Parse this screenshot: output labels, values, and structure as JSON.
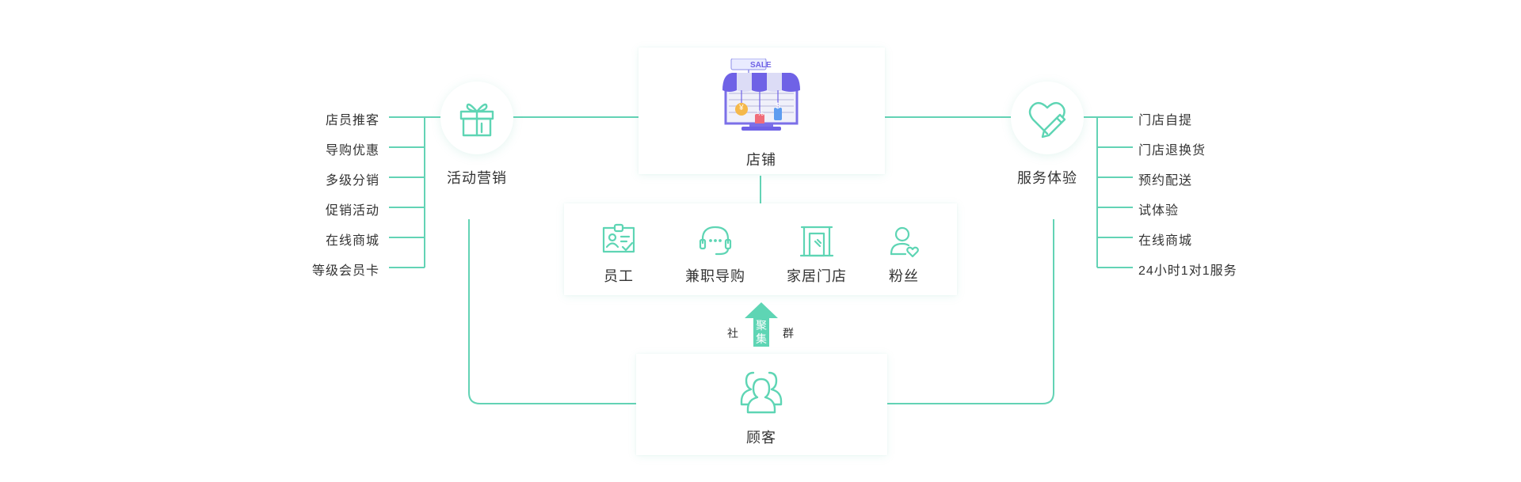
{
  "colors": {
    "accent": "#5ED5B4",
    "line": "#63D3B5",
    "text": "#333333",
    "store_purple": "#7B6FE8"
  },
  "store": {
    "sign": "SALE",
    "label": "店铺",
    "tags": [
      "¥",
      "%",
      "$"
    ]
  },
  "members": [
    {
      "label": "员工",
      "icon": "id-card-icon"
    },
    {
      "label": "兼职导购",
      "icon": "headset-icon"
    },
    {
      "label": "家居门店",
      "icon": "shop-icon"
    },
    {
      "label": "粉丝",
      "icon": "user-heart-icon"
    }
  ],
  "marketing": {
    "label": "活动营销",
    "icon": "gift-icon",
    "items": [
      "店员推客",
      "导购优惠",
      "多级分销",
      "促销活动",
      "在线商城",
      "等级会员卡"
    ]
  },
  "service": {
    "label": "服务体验",
    "icon": "heart-pencil-icon",
    "items": [
      "门店自提",
      "门店退换货",
      "预约配送",
      "试体验",
      "在线商城",
      "24小时1对1服务"
    ]
  },
  "gather": {
    "arrow_text": [
      "聚",
      "集"
    ],
    "left": "社",
    "right": "群"
  },
  "customer": {
    "label": "顾客",
    "icon": "people-icon"
  }
}
